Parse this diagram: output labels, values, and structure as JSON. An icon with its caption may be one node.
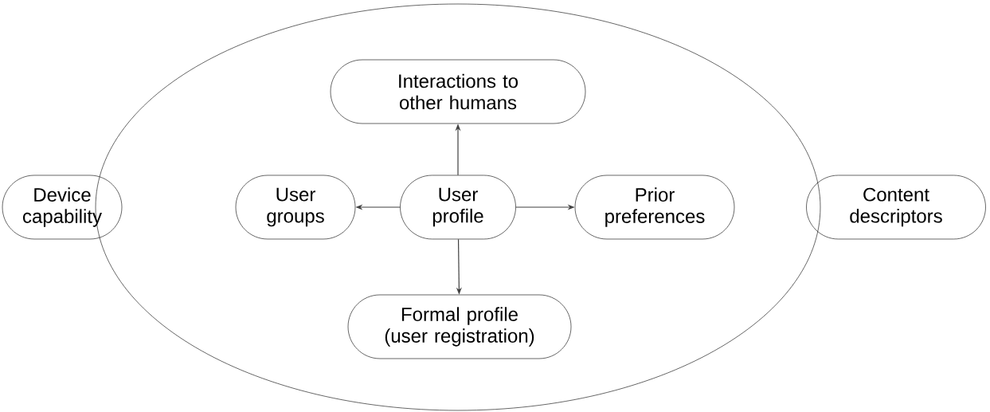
{
  "diagram": {
    "nodes": [
      {
        "text": [],
        "shape": "ellipse"
      },
      {
        "text": [
          "Interactions to other humans"
        ],
        "in": 0
      },
      {
        "text": [
          "Device capability"
        ]
      },
      {
        "text": [
          "User groups"
        ],
        "in": 0
      },
      {
        "text": [
          "User profile"
        ],
        "in": 0
      },
      {
        "text": [
          "Prior preferences"
        ],
        "in": 0
      },
      {
        "text": [
          "Content descriptors"
        ]
      },
      {
        "text": [
          "Formal profile (user registration)"
        ],
        "in": 0
      }
    ],
    "edges": [
      {
        "from": 4,
        "to": 1,
        "arrow": "to"
      },
      {
        "from": 4,
        "to": 3,
        "arrow": "to"
      },
      {
        "from": 4,
        "to": 5,
        "arrow": "to"
      },
      {
        "from": 4,
        "to": 7,
        "arrow": "to"
      }
    ]
  }
}
